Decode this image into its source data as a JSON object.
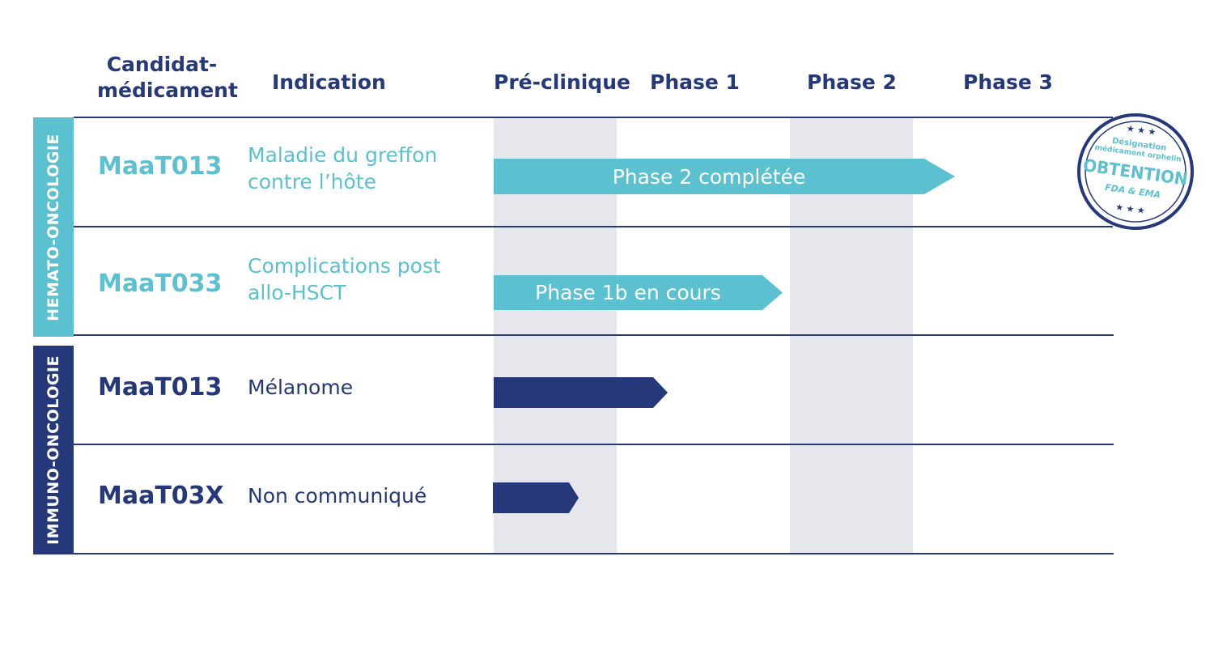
{
  "headers": {
    "candidate": "Candidat-médicament",
    "indication": "Indication",
    "preclinical": "Pré-clinique",
    "phase1": "Phase 1",
    "phase2": "Phase 2",
    "phase3": "Phase 3"
  },
  "groups": {
    "hemato": "HEMATO-ONCOLOGIE",
    "immuno": "IMMUNO-ONCOLOGIE"
  },
  "rows": [
    {
      "candidate": "MaaT013",
      "indication": "Maladie du greffon contre l’hôte",
      "status": "Phase 2 complétée"
    },
    {
      "candidate": "MaaT033",
      "indication": "Complications post allo-HSCT",
      "status": "Phase 1b en cours"
    },
    {
      "candidate": "MaaT013",
      "indication": "Mélanome",
      "status": ""
    },
    {
      "candidate": "MaaT03X",
      "indication": "Non communiqué",
      "status": ""
    }
  ],
  "stamp": {
    "top": "Désignation",
    "middle": "médicament orphelin",
    "main": "OBTENTION",
    "bottom": "FDA & EMA"
  },
  "colors": {
    "teal": "#5bc0cf",
    "navy": "#25387a",
    "band": "#e6e7ec"
  }
}
